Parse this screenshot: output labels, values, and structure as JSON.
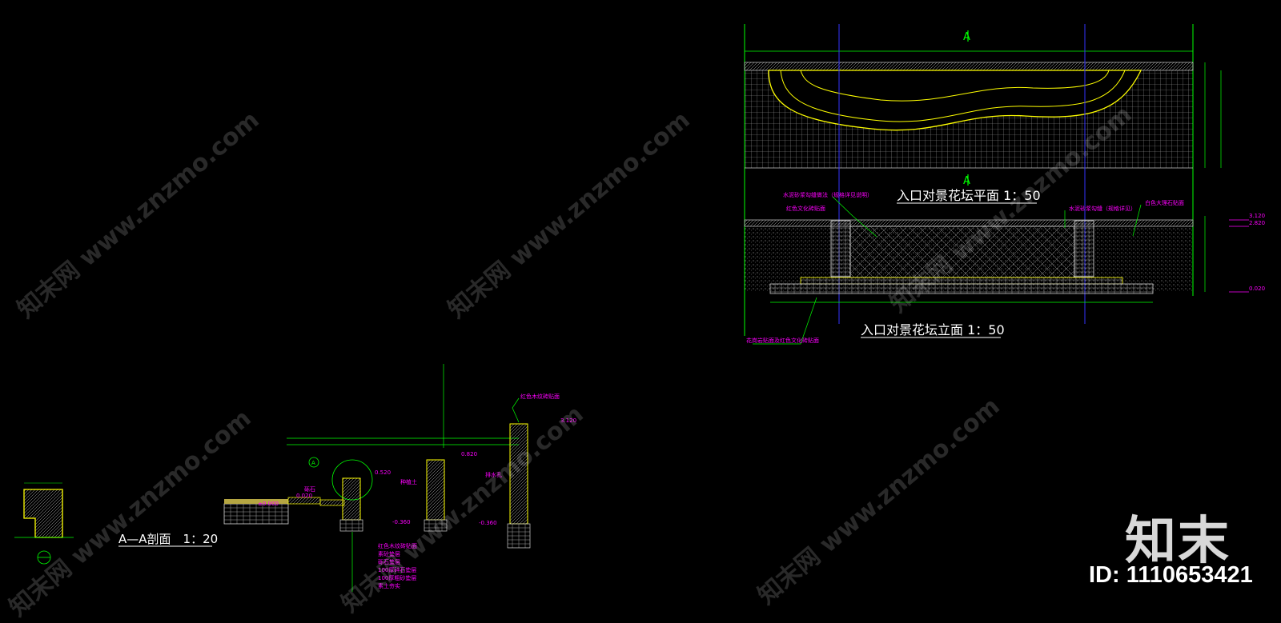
{
  "drawing": {
    "plan_title": "入口对景花坛平面 1：50",
    "elevation_title": "入口对景花坛立面 1：50",
    "section_title": "A—A剖面　1：20",
    "section_marker": "A",
    "elevation_dims": [
      "3.120",
      "2.820",
      "0.020"
    ],
    "section_dims": [
      "3.120",
      "0.820",
      "0.520",
      "±0.000",
      "-0.360",
      "-0.360",
      "0.020"
    ],
    "section_layers": [
      "红色木纹砖贴面",
      "素砼垫层",
      "砾石垫层",
      "100厚碎石垫层",
      "100厚粗砂垫层",
      "素土夯实"
    ],
    "callouts": [
      "红色木纹砖贴面",
      "砾石",
      "种植土",
      "排水孔"
    ],
    "elevation_callouts": [
      "水泥砂浆勾缝做法（规格详见说明）",
      "红色文化砖贴面",
      "水泥砂浆勾缝（规格详见）",
      "白色大理石贴面"
    ],
    "elevation_base_note": "花岗岩贴面及红色文化砖贴面"
  },
  "brand": {
    "name": "知末",
    "id_label": "ID: 1110653421",
    "watermark": "知末网 www.znzmo.com"
  },
  "colors": {
    "background": "#000000",
    "line_green": "#00ff00",
    "line_yellow": "#ffff00",
    "line_magenta": "#ff00ff",
    "line_blue": "#0000ff",
    "line_white": "#ffffff"
  }
}
